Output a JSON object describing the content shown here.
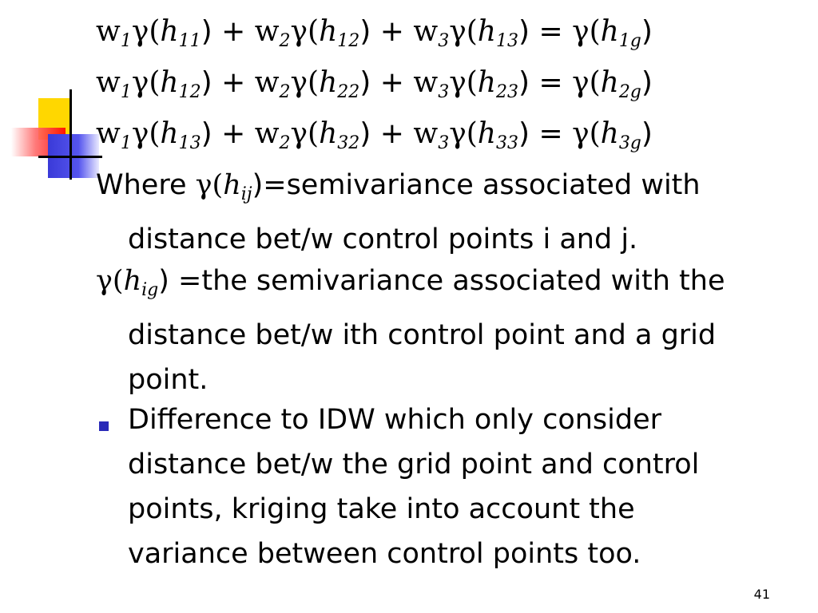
{
  "equations": [
    {
      "w1": "w",
      "s1": "1",
      "g1": "γ(",
      "h1": "h",
      "i1": "11",
      "op1": ") + ",
      "w2": "w",
      "s2": "2",
      "g2": "γ(",
      "h2": "h",
      "i2": "12",
      "op2": ") + ",
      "w3": "w",
      "s3": "3",
      "g3": "γ(",
      "h3": "h",
      "i3": "13",
      "op3": ") = ",
      "rg": "γ(",
      "rh": "h",
      "ri": "1g",
      "end": ")"
    },
    {
      "w1": "w",
      "s1": "1",
      "g1": "γ(",
      "h1": "h",
      "i1": "12",
      "op1": ") + ",
      "w2": "w",
      "s2": "2",
      "g2": "γ(",
      "h2": "h",
      "i2": "22",
      "op2": ") + ",
      "w3": "w",
      "s3": "3",
      "g3": "γ(",
      "h3": "h",
      "i3": "23",
      "op3": ") = ",
      "rg": "γ(",
      "rh": "h",
      "ri": "2g",
      "end": ")"
    },
    {
      "w1": "w",
      "s1": "1",
      "g1": "γ(",
      "h1": "h",
      "i1": "13",
      "op1": ") + ",
      "w2": "w",
      "s2": "2",
      "g2": "γ(",
      "h2": "h",
      "i2": "32",
      "op2": ") + ",
      "w3": "w",
      "s3": "3",
      "g3": "γ(",
      "h3": "h",
      "i3": "33",
      "op3": ") = ",
      "rg": "γ(",
      "rh": "h",
      "ri": "3g",
      "end": ")"
    }
  ],
  "where": {
    "lead": "Where ",
    "gamma": "γ(",
    "h": "h",
    "sub": "ij",
    "rest": ")=semivariance associated with",
    "line2": "distance bet/w control points i and j."
  },
  "gamma_def": {
    "gamma": "γ(",
    "h": "h",
    "sub": "ig",
    "rest": ") =the semivariance associated with the",
    "line2": "distance bet/w ith control point and a grid",
    "line3": "point."
  },
  "bullet": {
    "lines": [
      "Difference to IDW which only consider",
      "distance bet/w the grid point and control",
      "points, kriging take into account the",
      "variance between control points too."
    ]
  },
  "colors": {
    "bullet": "#2a2ab8",
    "logo_yellow": "#ffd700",
    "logo_red": "#ff0000",
    "logo_blue": "#3a3ad8"
  },
  "page_number": "41"
}
